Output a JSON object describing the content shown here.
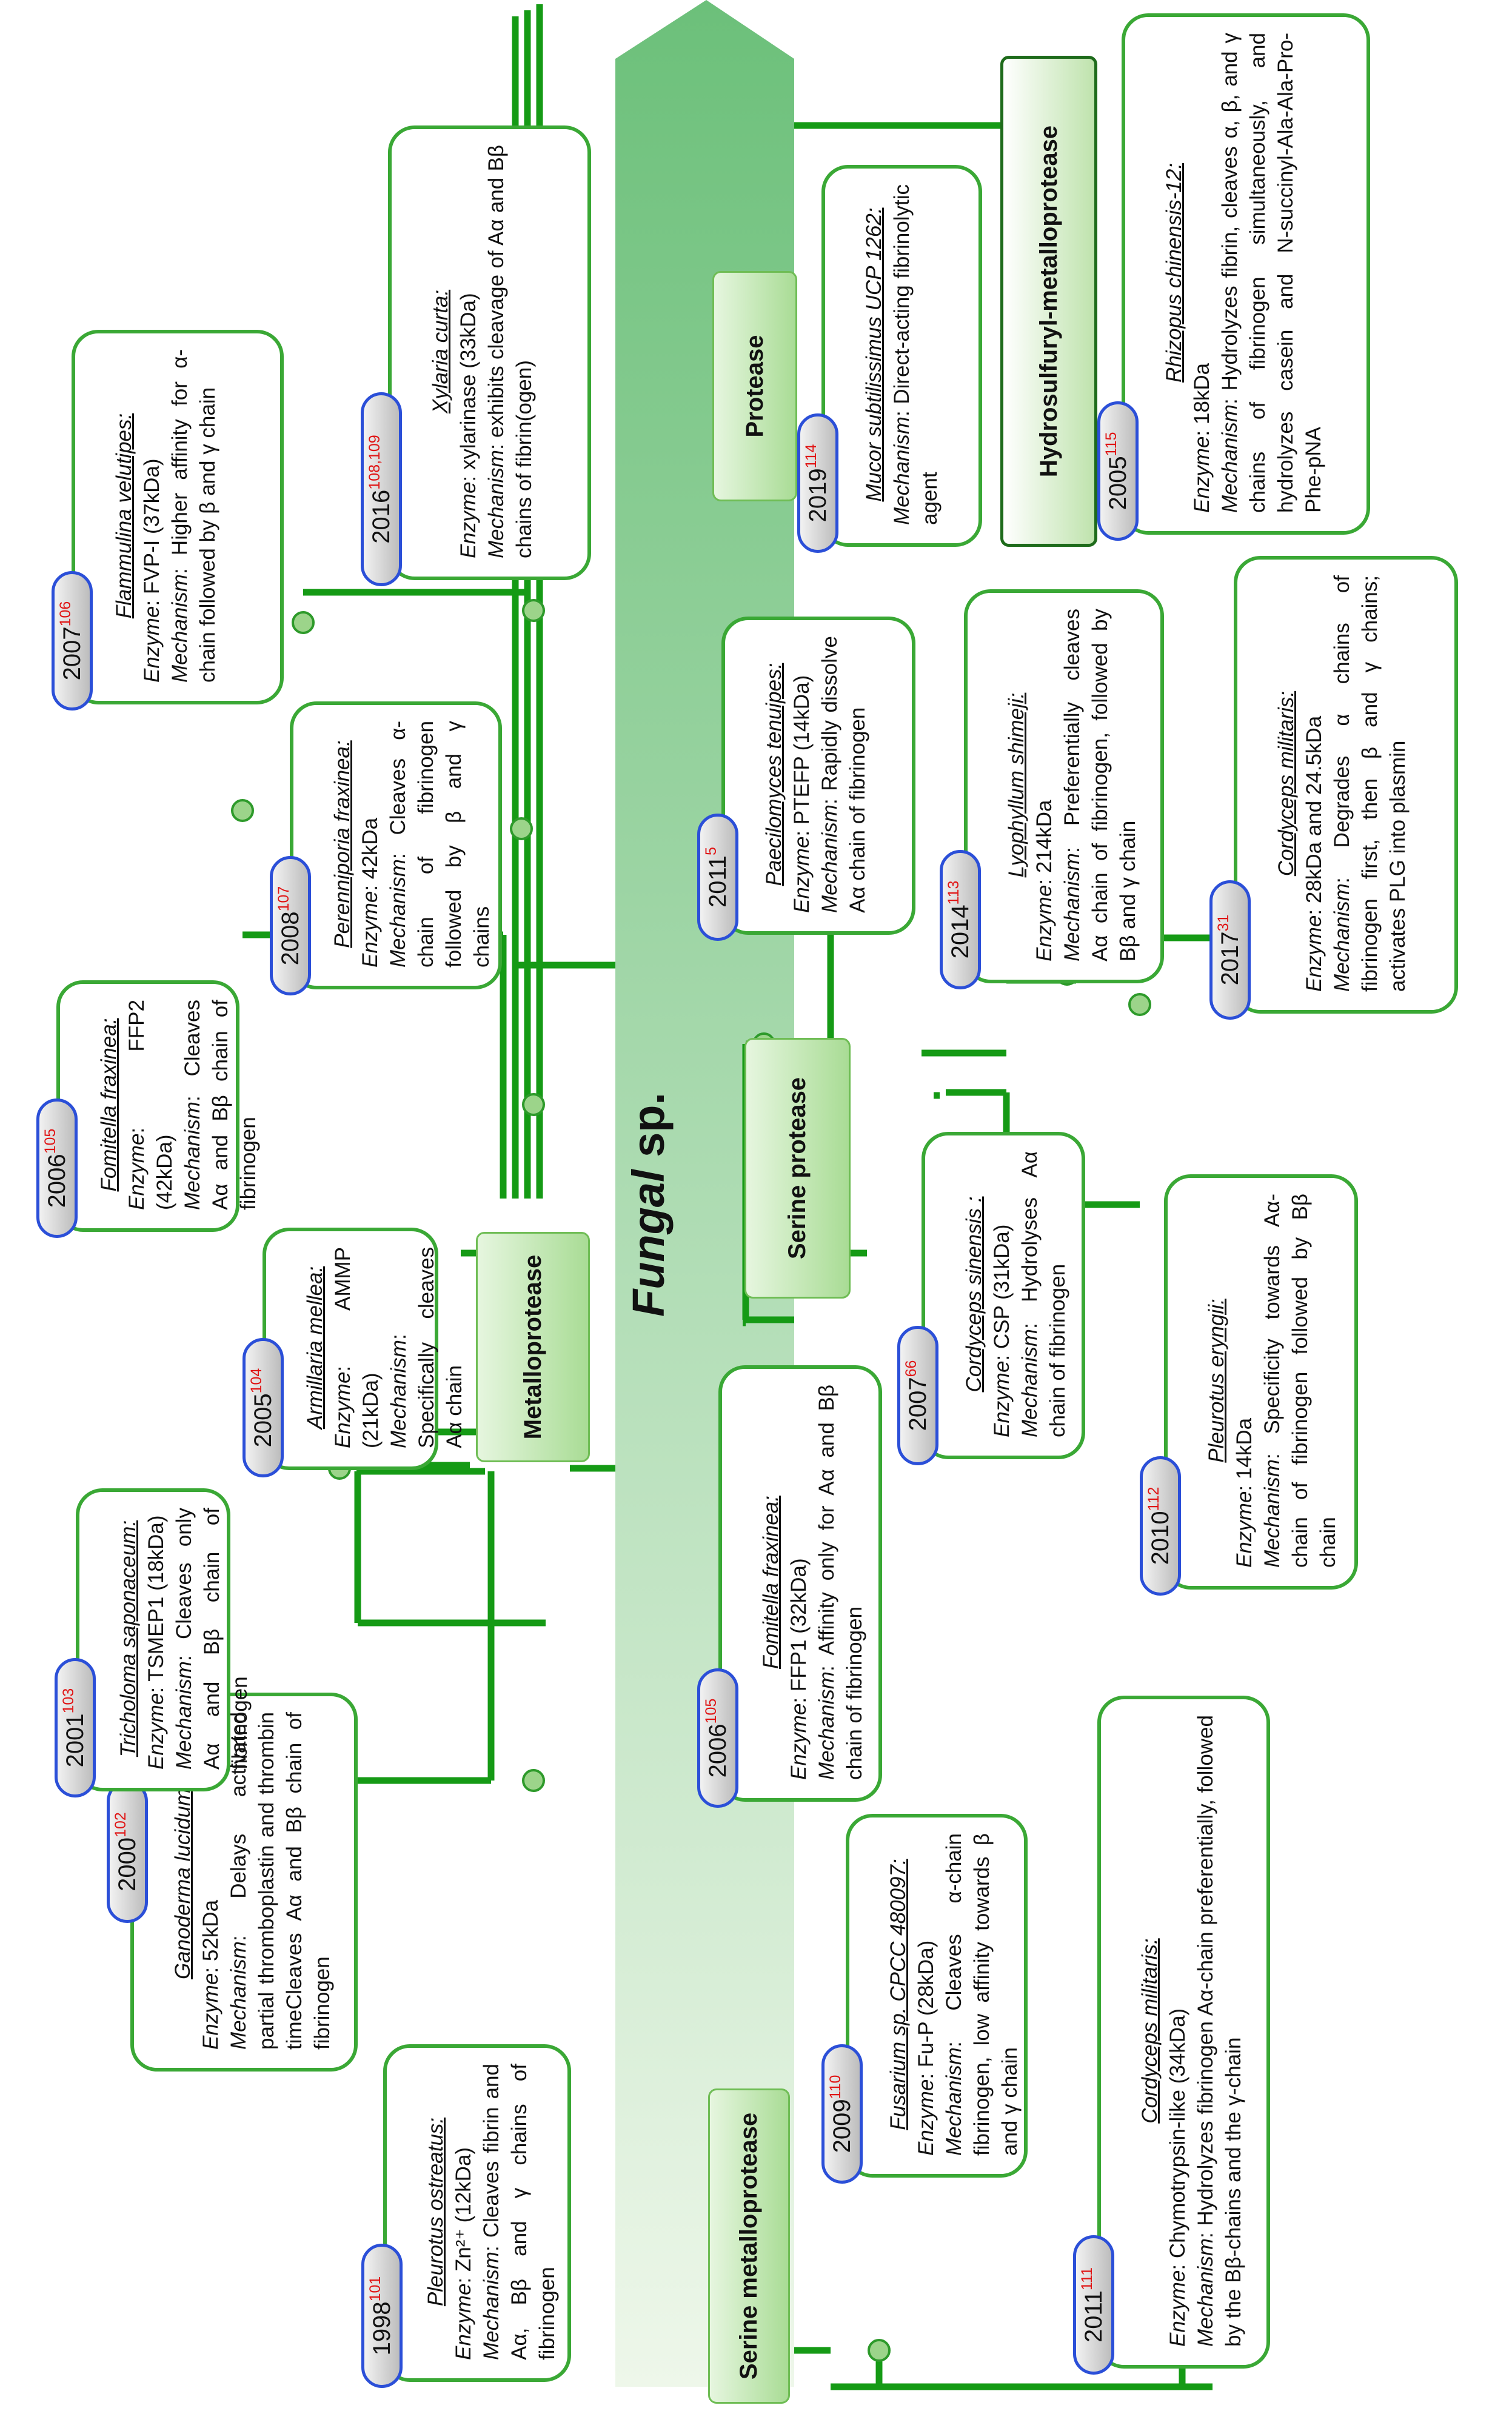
{
  "diagram": {
    "title_italic": "Fungal",
    "title_rest": " sp.",
    "colors": {
      "line": "#159a15",
      "box_border": "#3aa835",
      "year_border": "#2b4fd8",
      "ref": "#e01515"
    },
    "categories": {
      "metalloprotease": "Metalloprotease",
      "serine_protease": "Serine protease",
      "serine_metalloprotease": "Serine metalloprotease",
      "protease": "Protease",
      "hydrosulfuryl": "Hydrosulfuryl-metalloprotease"
    },
    "labels": {
      "enzyme": "Enzyme",
      "mechanism": "Mechanism"
    },
    "entries": {
      "pleurotus_ostreatus": {
        "year": "1998",
        "ref": "101",
        "species": "Pleurotus ostreatus:",
        "enzyme": ": Zn²⁺ (12kDa)",
        "mechanism": ": Cleaves fibrin and Aα, Bβ and γ chains of fibrinogen"
      },
      "ganoderma_lucidum": {
        "year": "2000",
        "ref": "102",
        "species": "Ganoderma lucidum:",
        "enzyme": ": 52kDa",
        "mechanism": ": Delays activated partial thromboplastin and thrombin timeCleaves Aα and Bβ chain of fibrinogen"
      },
      "tricholoma_saponaceum": {
        "year": "2001",
        "ref": "103",
        "species": "Tricholoma saponaceum:",
        "enzyme": ": TSMEP1 (18kDa)",
        "mechanism": ": Cleaves only Aα and Bβ chain of fibrinogen"
      },
      "armillaria_mellea": {
        "year": "2005",
        "ref": "104",
        "species": "Armillaria mellea:",
        "enzyme": ": AMMP (21kDa)",
        "mechanism": ": Specifically cleaves Aα chain"
      },
      "fomitella_fraxinea_ffp2": {
        "year": "2006",
        "ref": "105",
        "species": "Fomitella fraxinea:",
        "enzyme": ": FFP2 (42kDa)",
        "mechanism": ": Cleaves Aα and Bβ chain of fibrinogen"
      },
      "perenniporia_fraxinea": {
        "year": "2008",
        "ref": "107",
        "species": "Perenniporia fraxinea:",
        "enzyme": ": 42kDa",
        "mechanism": ": Cleaves α-chain of fibrinogen followed by β and γ chains"
      },
      "flammulina_velutipes": {
        "year": "2007",
        "ref": "106",
        "species": "Flammulina velutipes:",
        "enzyme": ": FVP-I (37kDa)",
        "mechanism": ": Higher affinity for α-chain followed by β and γ chain"
      },
      "xylaria_curta": {
        "year": "2016",
        "ref": "108,109",
        "species": "Xylaria curta:",
        "enzyme": ": xylarinase (33kDa)",
        "mechanism": ": exhibits cleavage of Aα and Bβ chains of fibrin(ogen)"
      },
      "fusarium": {
        "year": "2009",
        "ref": "110",
        "species": "Fusarium sp. CPCC 480097:",
        "enzyme": ": Fu-P (28kDa)",
        "mechanism": ": Cleaves α-chain fibrinogen, low affinity towards β and γ chain"
      },
      "cordyceps_militaris_2011": {
        "year": "2011",
        "ref": "111",
        "species": "Cordyceps militaris:",
        "enzyme": ": Chymotrypsin-like (34kDa)",
        "mechanism": ": Hydrolyzes fibrinogen Aα-chain preferentially, followed by the Bβ-chains and the γ-chain"
      },
      "fomitella_fraxinea_ffp1": {
        "year": "2006",
        "ref": "105",
        "species": "Fomitella fraxinea:",
        "enzyme": ": FFP1 (32kDa)",
        "mechanism": ": Affinity only for Aα and Bβ chain of fibrinogen"
      },
      "cordyceps_sinensis": {
        "year": "2007",
        "ref": "66",
        "species": "Cordyceps sinensis :",
        "enzyme": ": CSP (31kDa)",
        "mechanism": ": Hydrolyses Aα chain of fibrinogen"
      },
      "pleurotus_eryngii": {
        "year": "2010",
        "ref": "112",
        "species": "Pleurotus eryngii:",
        "enzyme": ": 14kDa",
        "mechanism": ": Specificity towards Aα-chain of fibrinogen followed by Bβ chain"
      },
      "paecilomyces_tenuipes": {
        "year": "2011",
        "ref": "5",
        "species": "Paecilomyces tenuipes:",
        "enzyme": ": PTEFP (14kDa)",
        "mechanism": ": Rapidly dissolve Aα chain of fibrinogen"
      },
      "lyophyllum_shimeji": {
        "year": "2014",
        "ref": "113",
        "species": "Lyophyllum shimeji:",
        "enzyme": ": 214kDa",
        "mechanism": ": Preferentially cleaves Aα chain of fibrinogen, followed by Bβ and γ chain"
      },
      "cordyceps_militaris_2017": {
        "year": "2017",
        "ref": "31",
        "species": "Cordyceps militaris:",
        "enzyme": ": 28kDa and 24.5kDa",
        "mechanism": ": Degrades α chains of fibrinogen first, then β and γ chains; activates PLG into plasmin"
      },
      "mucor_subtilissimus": {
        "year": "2019",
        "ref": "114",
        "species": "Mucor subtilissimus UCP 1262:",
        "mechanism": ": Direct-acting fibrinolytic agent"
      },
      "rhizopus_chinensis": {
        "year": "2005",
        "ref": "115",
        "species": "Rhizopus chinensis-12:",
        "enzyme": ": 18kDa",
        "mechanism": ": Hydrolyzes fibrin, cleaves α, β, and γ chains of fibrinogen simultaneously, and hydrolyzes casein and N-succinyl-Ala-Ala-Pro-Phe-pNA"
      }
    }
  }
}
